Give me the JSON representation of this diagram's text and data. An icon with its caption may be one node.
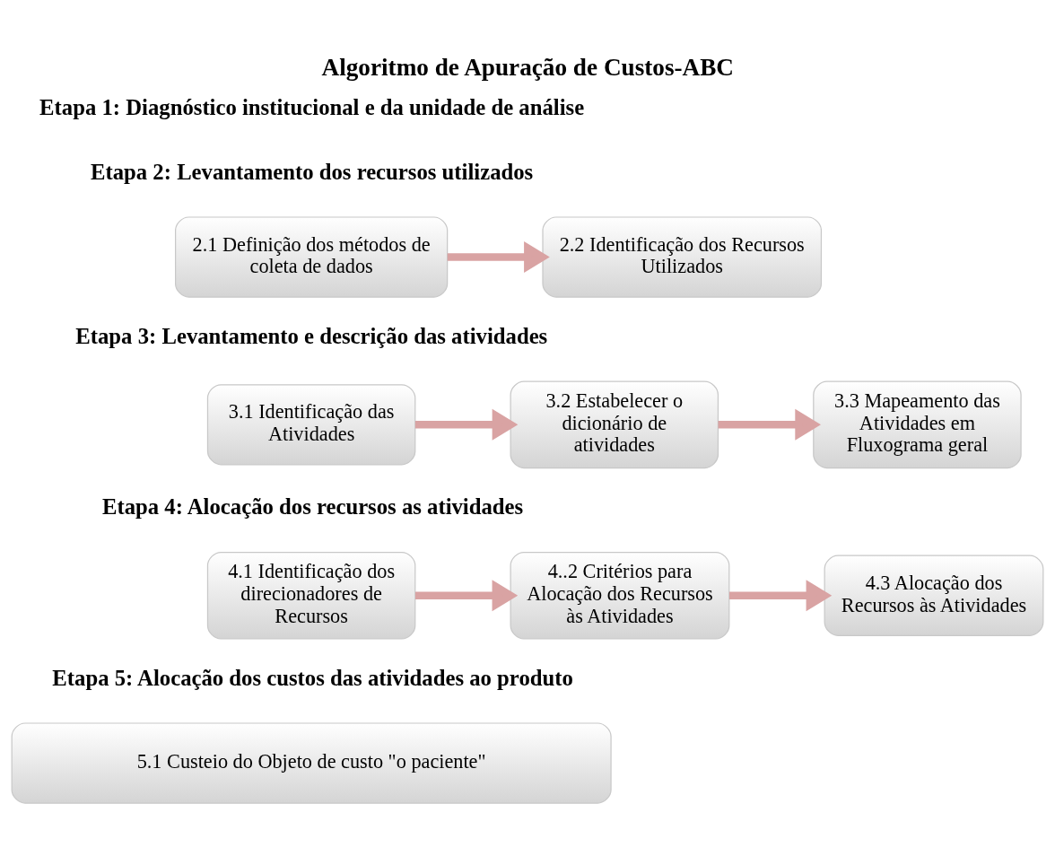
{
  "diagram": {
    "title": "Algoritmo de Apuração de Custos-ABC",
    "nodes": [
      {
        "text": [
          "2.1 Definição dos métodos de coleta de dados"
        ]
      },
      {
        "text": [
          "2.2 Identificação dos Recursos Utilizados"
        ]
      },
      {
        "text": [
          "3.1 Identificação das Atividades"
        ]
      },
      {
        "text": [
          "3.2 Estabelecer o dicionário de atividades"
        ]
      },
      {
        "text": [
          "3.3 Mapeamento das Atividades em Fluxograma geral"
        ]
      },
      {
        "text": [
          "4.1 Identificação dos direcionadores de Recursos"
        ]
      },
      {
        "text": [
          "4..2 Critérios para Alocação dos Recursos às Atividades"
        ]
      },
      {
        "text": [
          "4.3 Alocação dos Recursos às Atividades"
        ]
      },
      {
        "text": [
          "5.1 Custeio do Objeto de custo \"o paciente\""
        ]
      }
    ],
    "edges": [
      {
        "from": 0,
        "to": 1,
        "arrow": "to"
      },
      {
        "from": 2,
        "to": 3,
        "arrow": "to"
      },
      {
        "from": 3,
        "to": 4,
        "arrow": "to"
      },
      {
        "from": 5,
        "to": 6,
        "arrow": "to"
      },
      {
        "from": 6,
        "to": 7,
        "arrow": "to"
      }
    ],
    "labels": [
      "Etapa 1: Diagnóstico institucional e da unidade de análise",
      "Etapa 2: Levantamento dos recursos utilizados",
      "Etapa 3: Levantamento e descrição das atividades",
      "Etapa 4: Alocação dos recursos as atividades",
      "Etapa 5: Alocação dos custos das atividades ao produto"
    ]
  }
}
